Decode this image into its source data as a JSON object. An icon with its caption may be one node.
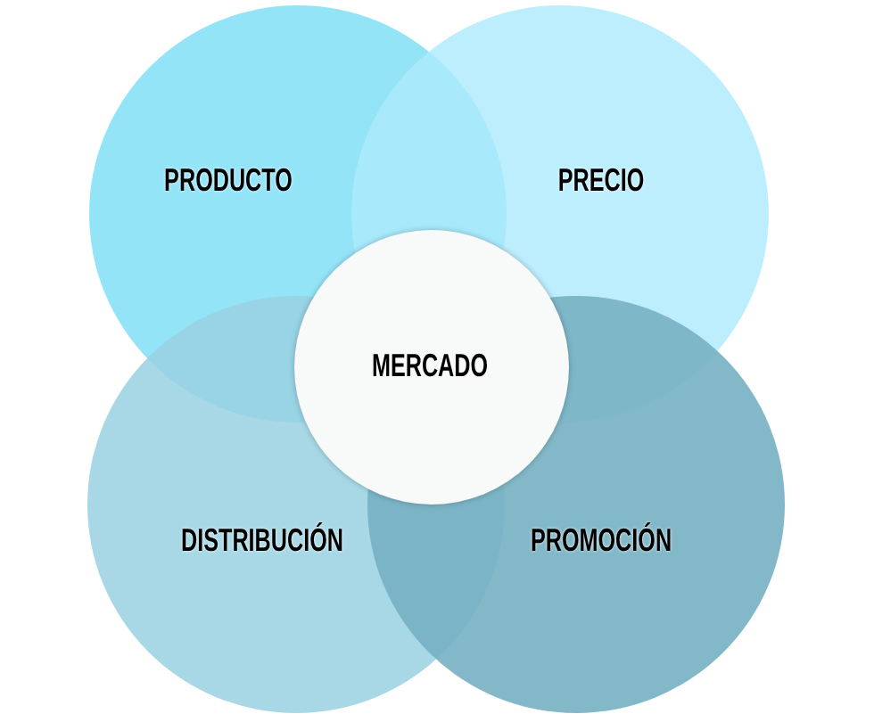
{
  "diagram": {
    "nodes": [
      {
        "text": [
          "PRODUCTO"
        ]
      },
      {
        "text": [
          "PRECIO"
        ]
      },
      {
        "text": [
          "DISTRIBUCIÓN"
        ]
      },
      {
        "text": [
          "PROMOCIÓN"
        ]
      },
      {
        "text": [
          "MERCADO"
        ]
      }
    ]
  }
}
